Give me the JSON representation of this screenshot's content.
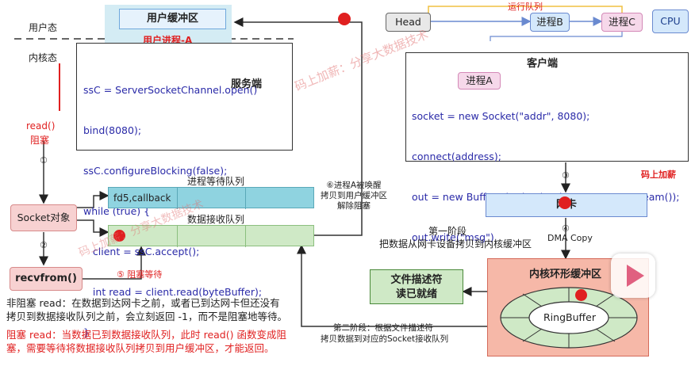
{
  "labels": {
    "user_state": "用户态",
    "kernel_state": "内核态",
    "user_buffer": "用户缓冲区",
    "user_process_a": "用户进程-A",
    "server": "服务端",
    "client": "客户端",
    "read_block_1": "read()",
    "read_block_2": "阻塞",
    "socket_obj": "Socket对象",
    "recvfrom": "recvfrom()",
    "wait_queue": "进程等待队列",
    "recv_queue": "数据接收队列",
    "fd5": "fd5,callback",
    "step1": "①",
    "step2": "②",
    "step3": "③",
    "step4": "④",
    "step5": "⑤ 阻塞等待",
    "step6_1": "⑥进程A被唤醒",
    "step6_2": "拷贝到用户缓冲区",
    "step6_3": "解除阻塞",
    "dma_copy": "DMA Copy",
    "nic": "网卡",
    "stage1_1": "第一阶段",
    "stage1_2": "把数据从网卡设备拷贝到内核缓冲区",
    "stage2_1": "第二阶段：根据文件描述符",
    "stage2_2": "拷贝数据到对应的Socket接收队列",
    "fd_ready_1": "文件描述符",
    "fd_ready_2": "读已就绪",
    "kernel_ring": "内核环形缓冲区",
    "ringbuffer": "RingBuffer",
    "run_queue": "运行队列",
    "head": "Head",
    "proc_b": "进程B",
    "proc_c": "进程C",
    "cpu": "CPU",
    "proc_a": "进程A",
    "nonblock_1": "非阻塞 read：在数据到达网卡之前，或者已到达网卡但还没有",
    "nonblock_2": "拷贝到数据接收队列之前，会立刻返回 -1，而不是阻塞地等待。",
    "block_1": "阻塞 read：当数据已到数据接收队列，此时 read() 函数变成阻",
    "block_2": "塞，需要等待将数据接收队列拷贝到用户缓冲区，才能返回。",
    "watermark_1": "码上加薪：分享大数据技术",
    "watermark_2": "码上加薪",
    "watermark_3": "码上加薪：分享大数据技术"
  },
  "server_code": [
    "ssC = ServerSocketChannel.open()",
    "bind(8080);",
    "ssC.configureBlocking(false);",
    "while (true) {",
    "   client = ssC.accept();",
    "   int read = client.read(byteBuffer);",
    "}"
  ],
  "client_code": [
    "socket = new Socket(\"addr\", 8080);",
    "connect(address);",
    "out = new BufferedWriter(socket.getOutputStream());",
    "out.write(\"msg\")"
  ],
  "colors": {
    "red": "#e02020",
    "cyan_fill": "#8fd3e0",
    "green_fill": "#cfe9c6",
    "pink_fill": "#f7d1d1",
    "blue_fill": "#d4e8fb",
    "salmon_fill": "#f6b8a8"
  }
}
